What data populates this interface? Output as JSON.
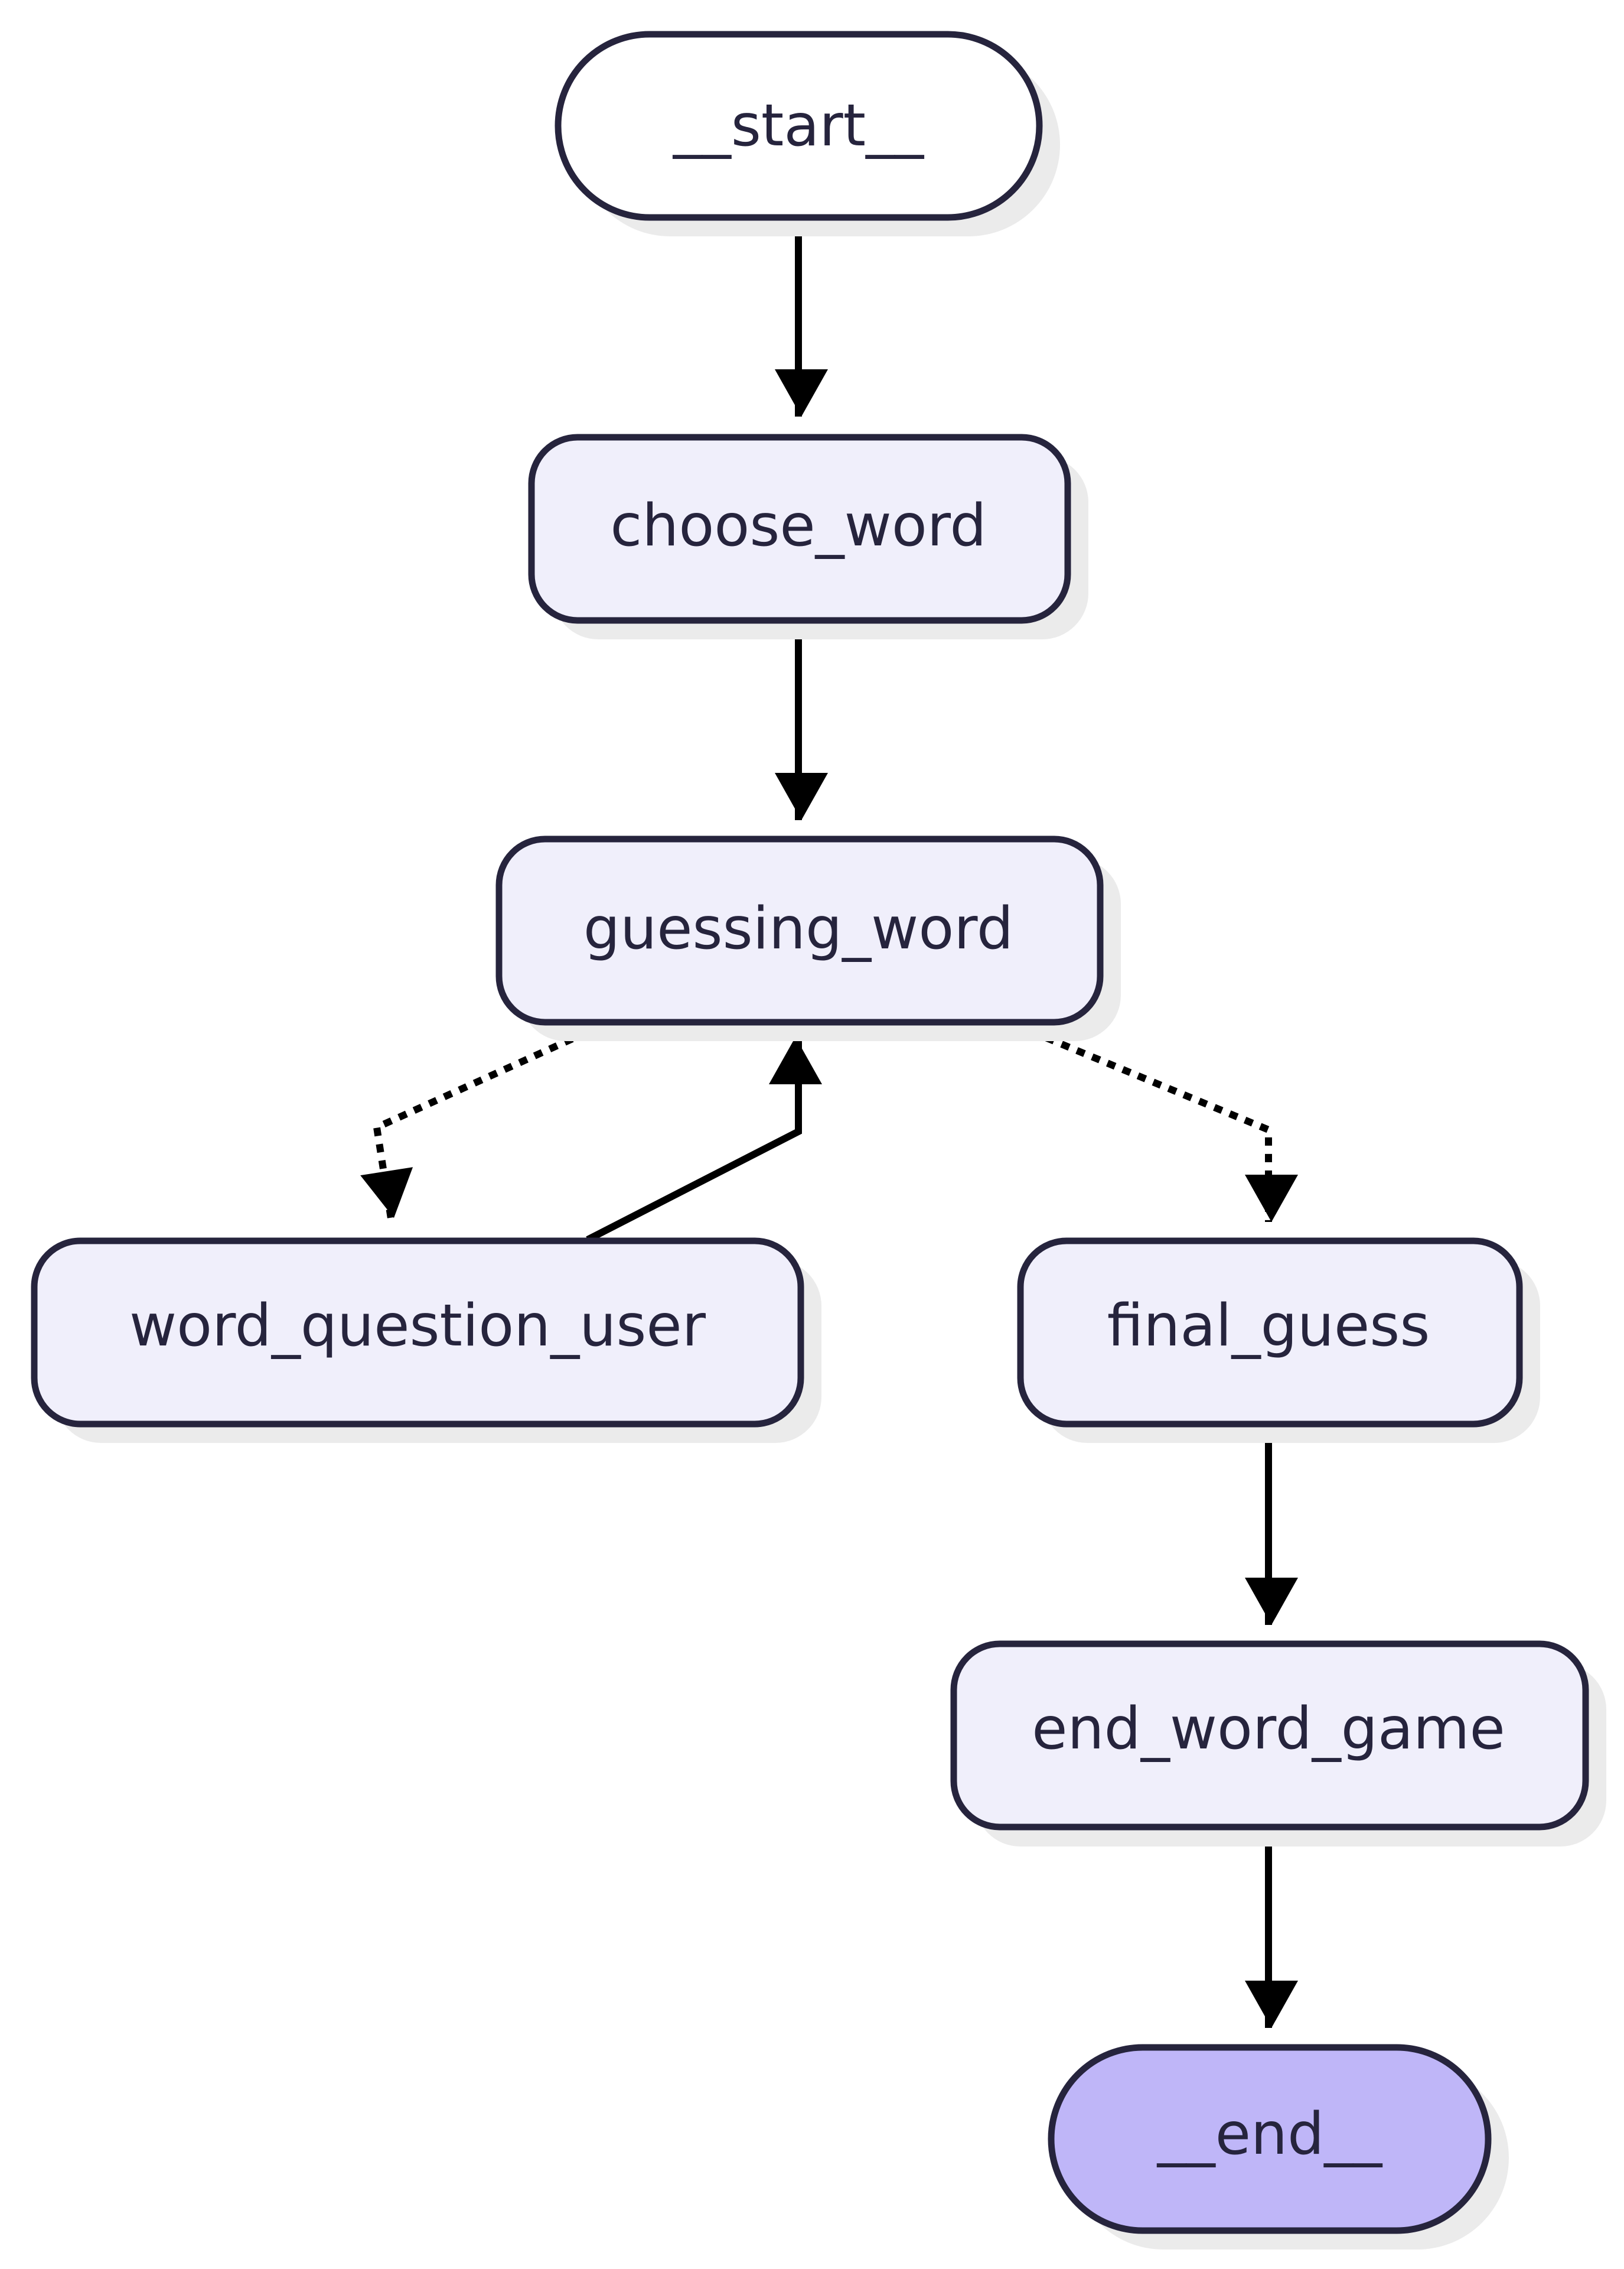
{
  "nodes": {
    "start": "__start__",
    "choose_word": "choose_word",
    "guessing_word": "guessing_word",
    "word_question_user": "word_question_user",
    "final_guess": "final_guess",
    "end_word_game": "end_word_game",
    "end": "__end__"
  },
  "edges": [
    {
      "from": "__start__",
      "to": "choose_word",
      "style": "solid"
    },
    {
      "from": "choose_word",
      "to": "guessing_word",
      "style": "solid"
    },
    {
      "from": "guessing_word",
      "to": "word_question_user",
      "style": "dotted"
    },
    {
      "from": "word_question_user",
      "to": "guessing_word",
      "style": "solid"
    },
    {
      "from": "guessing_word",
      "to": "final_guess",
      "style": "dotted"
    },
    {
      "from": "final_guess",
      "to": "end_word_game",
      "style": "solid"
    },
    {
      "from": "end_word_game",
      "to": "__end__",
      "style": "solid"
    }
  ],
  "colors": {
    "node_fill": "#f0effb",
    "terminal_start_fill": "#ffffff",
    "terminal_end_fill": "#bfb6f8",
    "stroke": "#26243d",
    "edge": "#000000",
    "shadow": "#ebebeb"
  }
}
